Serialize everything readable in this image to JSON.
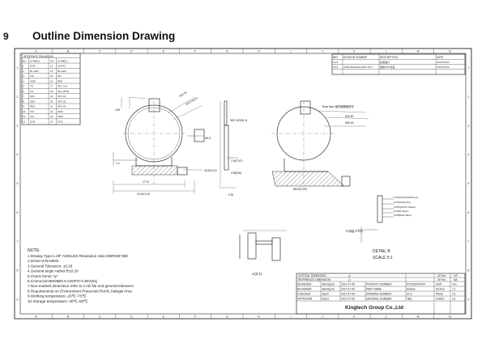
{
  "section": {
    "number": "9",
    "title": "Outline Dimension Drawing"
  },
  "border": {
    "columns": [
      "A",
      "B",
      "C",
      "D",
      "E",
      "F",
      "G",
      "H",
      "I",
      "J",
      "K",
      "L",
      "M",
      "N"
    ],
    "rows": [
      "1",
      "2",
      "3",
      "4",
      "5",
      "6",
      "7",
      "8",
      "9"
    ]
  },
  "pin_table": {
    "title": "INTERFACE PIN ASSIGN",
    "headers": [
      "NO",
      "SYMBOL",
      "NO",
      "SYMBOL"
    ],
    "rows": [
      [
        "1",
        "GND",
        "13",
        "VSYNC"
      ],
      [
        "2",
        "BL-LED",
        "14",
        "BL-LED"
      ],
      [
        "3",
        "VCI",
        "15",
        "D/C"
      ],
      [
        "4",
        "VDDI",
        "16",
        "RES"
      ],
      [
        "5",
        "TE",
        "17",
        "SPI_CLK"
      ],
      [
        "6",
        "CS",
        "18",
        "SPI_MOSI"
      ],
      [
        "7",
        "SCL",
        "19",
        "SPI_D1"
      ],
      [
        "8",
        "SDA",
        "20",
        "SPI_D2"
      ],
      [
        "9",
        "RES",
        "21",
        "SPI_D3"
      ],
      [
        "10",
        "VCI",
        "22",
        "GND"
      ],
      [
        "11",
        "VCI",
        "23",
        "VDDI"
      ],
      [
        "12",
        "GND",
        "24",
        "GND"
      ]
    ]
  },
  "revision_table": {
    "headers": [
      "REV",
      "ECN/ECR NUMBER",
      "DESCRIPTION",
      "DATE"
    ],
    "rows": [
      [
        "V1.0",
        "",
        "新版发行",
        "2017/07/03"
      ],
      [
        "V2.0",
        "CMN-HMI-ECN-2017-073",
        "更新FPC长度",
        "2017/07/20"
      ]
    ]
  },
  "annotations": {
    "boat_tape": "Boat tape 保护膜撕离把手",
    "see_detail": "SEE DETAIL B",
    "detail_title": "DETAIL B",
    "detail_scale": "SCALE 5:1",
    "section_view": "A(2:1)",
    "pi_layer": "PI(厚度=0.012)",
    "dim_front": [
      "Ø33.00",
      "Ø32.40(AA)",
      "27.32",
      "43.40±0.15",
      "42.80±0.20",
      "4.50",
      "1.0",
      "Ø0.5"
    ],
    "dim_side": [
      "2.34(TYP)",
      "0.55(Ref)",
      "0.35"
    ],
    "dim_back": [
      "Ø34.80",
      "Ø35.40",
      "ØB.50(TYP)"
    ],
    "stack": [
      "0.15(ACF/PolarSheet)",
      "0.07(Adhesive)",
      "0.025(CFPC Glass)",
      "0.04(PI layer)",
      "0.05(Boat Tape)"
    ]
  },
  "notes": {
    "heading": "NOTE:",
    "lines": [
      "1.Display Type:1.29\" AMOLED  Resolution ratio:288RGB*390",
      "2.Driver:ICNA6602",
      "3.General Tolerance: ±0.20",
      "4.General angle radius:R±0.20",
      "5.Check Items:\"◎\"",
      "6.Connector:BM28B0.6-24DP/2-0.35V(51)",
      "7.Non-marked dimension refer to CAD file and general tolerance",
      "8.Requirements on Environment Protection:RoHS,Halogen free.",
      "9.Working temperature:-20℃~70℃",
      "10.Storage temperature:-40℃~80℃"
    ]
  },
  "title_block": {
    "critical_dimension": "CRITICAL DIMENSION",
    "reference_dimension": "REFERENCE DIMENSION",
    "critical_symbol": "◎",
    "reference_symbol": "( )",
    "tol_20": "20 Pcs",
    "tol_30": "30 Pcs",
    "tol_20_val": "OP",
    "tol_30_val": "NA",
    "rows": [
      [
        "DESIGNER",
        "Jiaming fei",
        "2017-07-05",
        "PRODUCT NUMBER",
        "PVO330YPK04"
      ],
      [
        "REVIEWER",
        "Jiaming fei",
        "2017-07-05",
        "PART NAME",
        "Module"
      ],
      [
        "CHECKER",
        "zhiyi li",
        "2017-07-05",
        "DRAWING NUMBER",
        "V0.0"
      ],
      [
        "APPROVER",
        "zhiyi li",
        "2017-07-05",
        "MATERIAL NUMBER",
        "TBD"
      ]
    ],
    "side": [
      [
        "UNIT",
        "mm"
      ],
      [
        "SCALE",
        "1:1"
      ],
      [
        "PAGE",
        "1/1"
      ],
      [
        "SHEET",
        "1/1"
      ]
    ],
    "company": "Kingtech Group Co.,Ltd"
  }
}
